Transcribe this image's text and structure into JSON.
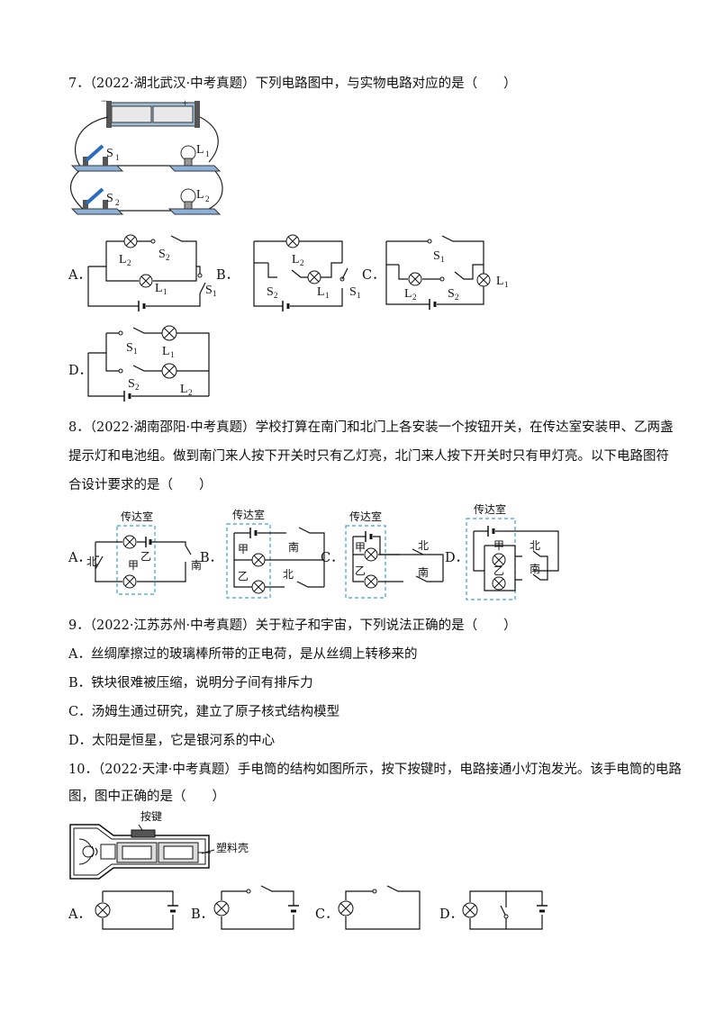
{
  "q7": {
    "stem": "7．（2022·湖北武汉·中考真题）下列电路图中，与实物电路对应的是（　　）",
    "photo": {
      "minus": "−",
      "plus": "+",
      "s1": "S",
      "s1_sub": "1",
      "s2": "S",
      "s2_sub": "2",
      "l1": "L",
      "l1_sub": "1",
      "l2": "L",
      "l2_sub": "2"
    },
    "options": {
      "A": "A．",
      "B": "B．",
      "C": "C．",
      "D": "D．"
    },
    "labels": {
      "L": "L",
      "S": "S",
      "one": "1",
      "two": "2"
    }
  },
  "q8": {
    "line1": "8．（2022·湖南邵阳·中考真题）学校打算在南门和北门上各安装一个按钮开关，在传达室安装甲、乙两盏",
    "line2": "提示灯和电池组。做到南门来人按下开关时只有乙灯亮，北门来人按下开关时只有甲灯亮。以下电路图符",
    "line3": "合设计要求的是（　　）",
    "room": "传达室",
    "jia": "甲",
    "yi": "乙",
    "nan": "南",
    "bei": "北",
    "options": {
      "A": "A．",
      "B": "B．",
      "C": "C．",
      "D": "D．"
    }
  },
  "q9": {
    "stem": "9．（2022·江苏苏州·中考真题）关于粒子和宇宙，下列说法正确的是（　　）",
    "A": "A．丝绸摩擦过的玻璃棒所带的正电荷，是从丝绸上转移来的",
    "B": "B．铁块很难被压缩，说明分子间有排斥力",
    "C": "C．汤姆生通过研究，建立了原子核式结构模型",
    "D": "D．太阳是恒星，它是银河系的中心"
  },
  "q10": {
    "line1": "10．（2022·天津·中考真题）手电筒的结构如图所示，按下按键时，电路接通小灯泡发光。该手电筒的电路",
    "line2": "图，图中正确的是（　　）",
    "key": "按键",
    "shell": "塑料壳",
    "options": {
      "A": "A．",
      "B": "B．",
      "C": "C．",
      "D": "D．"
    }
  }
}
